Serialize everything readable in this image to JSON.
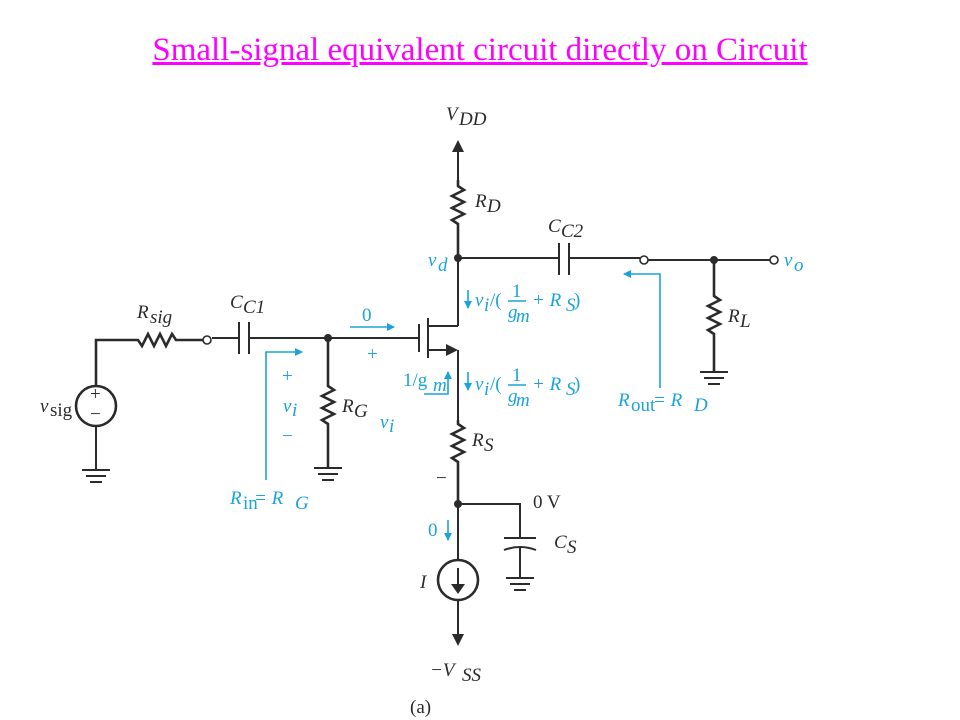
{
  "title": "Small-signal equivalent circuit directly on Circuit",
  "colors": {
    "title": "#ff00ff",
    "annotation": "#1aa3dc",
    "wire": "#2b2b2b"
  },
  "labels": {
    "vdd_v": "V",
    "vdd_sub": "DD",
    "vss_prefix": "−V",
    "vss_sub": "SS",
    "rd_r": "R",
    "rd_sub": "D",
    "rs_r": "R",
    "rs_sub": "S",
    "rl_r": "R",
    "rl_sub": "L",
    "rg_r": "R",
    "rg_sub": "G",
    "rsig_r": "R",
    "rsig_sub": "sig",
    "cc1_c": "C",
    "cc1_sub": "C1",
    "cc2_c": "C",
    "cc2_sub": "C2",
    "cs_c": "C",
    "cs_sub": "S",
    "vsig_v": "v",
    "vsig_sub": "sig",
    "vd_v": "v",
    "vd_sub": "d",
    "vo_v": "v",
    "vo_sub": "o",
    "current_source": "I",
    "zero_v": "0 V",
    "minus_rs": "−",
    "figure_label": "(a)"
  },
  "annotations": {
    "gate_current": "0",
    "gate_plus": "+",
    "vi_plus": "+",
    "vi_label": "v",
    "vi_sub": "i",
    "vi_minus": "−",
    "vi_side": "v",
    "vi_side_sub": "i",
    "drain_current": "v",
    "drain_current_sub": "i",
    "drain_frac_num": "1",
    "drain_frac_den": "g",
    "drain_frac_den_sub": "m",
    "drain_plus_rs": "+ R",
    "drain_plus_rs_sub": "S",
    "source_current": "v",
    "source_current_sub": "i",
    "source_frac_num": "1",
    "source_frac_den": "g",
    "source_frac_den_sub": "m",
    "source_plus_rs": "+ R",
    "source_plus_rs_sub": "S",
    "one_over_gm": "1/g",
    "one_over_gm_sub": "m",
    "zero_current": "0",
    "rin_r": "R",
    "rin_sub": "in",
    "rin_eq": " = R",
    "rin_eq_sub": "G",
    "rout_r": "R",
    "rout_sub": "out",
    "rout_eq": " = R",
    "rout_eq_sub": "D",
    "vsig_plus": "+",
    "vsig_minus": "−"
  }
}
